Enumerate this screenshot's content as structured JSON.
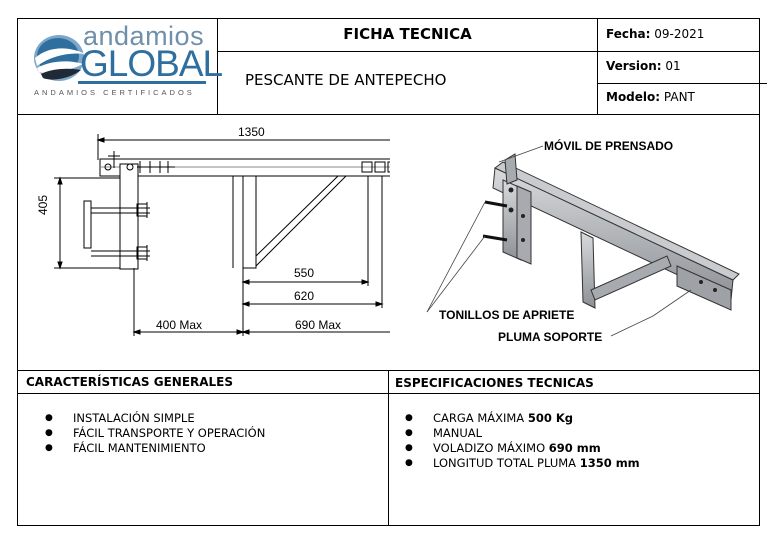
{
  "header": {
    "logo": {
      "brand_top": "andamios",
      "brand_main": "GLOBAL",
      "brand_sub": "ANDAMIOS CERTIFICADOS"
    },
    "title": "FICHA TECNICA",
    "product": "PESCANTE DE ANTEPECHO",
    "fecha": {
      "label": "Fecha:",
      "value": "09-2021"
    },
    "version": {
      "label": "Version:",
      "value": "01"
    },
    "modelo": {
      "label": "Modelo:",
      "value": "PANT"
    }
  },
  "drawing": {
    "dim_total": "1350",
    "dim_height": "405",
    "dim_550": "550",
    "dim_620": "620",
    "dim_400": "400 Max",
    "dim_690": "690 Max"
  },
  "photo": {
    "label_movil": "MÓVIL DE PRENSADO",
    "label_tornillos": "TONILLOS DE APRIETE",
    "label_pluma": "PLUMA SOPORTE"
  },
  "caracteristicas": {
    "title": "CARACTERÍSTICAS GENERALES",
    "items": [
      "INSTALACIÓN SIMPLE",
      "FÁCIL TRANSPORTE Y OPERACIÓN",
      "FÁCIL MANTENIMIENTO"
    ]
  },
  "especificaciones": {
    "title": "ESPECIFICACIONES TECNICAS",
    "items": [
      {
        "text": "CARGA MÁXIMA ",
        "bold": "500 Kg"
      },
      {
        "text": "MANUAL",
        "bold": ""
      },
      {
        "text": "VOLADIZO MÁXIMO ",
        "bold": "690 mm"
      },
      {
        "text": "LONGITUD TOTAL PLUMA ",
        "bold": "1350 mm"
      }
    ]
  },
  "colors": {
    "logo_blue": "#2f6f9f",
    "logo_dark": "#222a33",
    "metal": "#b9bcc0"
  }
}
